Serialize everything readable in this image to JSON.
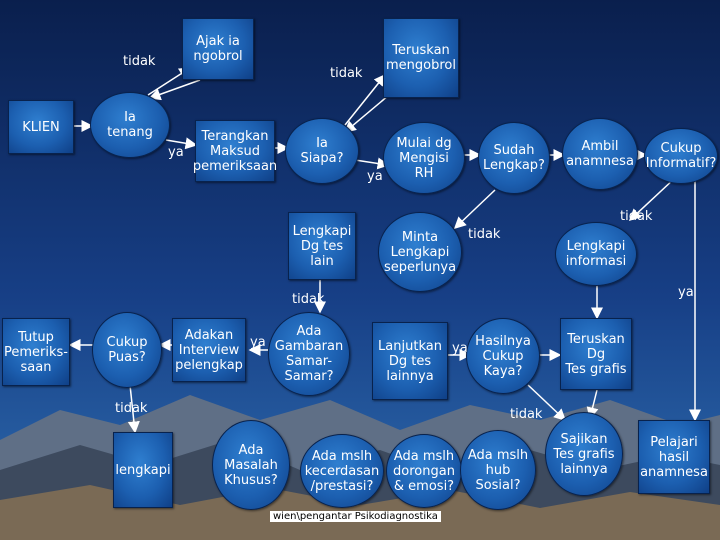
{
  "nodes": {
    "klien": "KLIEN",
    "ajak": "Ajak ia\nngobrol",
    "ia_tenang": "Ia\ntenang",
    "terangkan": "Terangkan\nMaksud\npemeriksaan",
    "ia_siapa": "Ia\nSiapa?",
    "teruskan_mengobrol": "Teruskan\nmengobrol",
    "mulai": "Mulai dg\nMengisi\nRH",
    "sudah": "Sudah\nLengkap?",
    "ambil": "Ambil\nanamnesa",
    "cukup_informatif": "Cukup\nInformatif?",
    "lengkapi_tes": "Lengkapi\nDg tes\nlain",
    "minta": "Minta\nLengkapi\nseperlunya",
    "lengkapi_info": "Lengkapi\ninformasi",
    "tutup": "Tutup\nPemeriks-\nsaan",
    "cukup_puas": "Cukup\nPuas?",
    "adakan": "Adakan\nInterview\npelengkap",
    "ada_gambaran": "Ada\nGambaran\nSamar-\nSamar?",
    "lanjutkan": "Lanjutkan\nDg tes\nlainnya",
    "hasilnya": "Hasilnya\nCukup\nKaya?",
    "teruskan_grafis": "Teruskan\nDg\nTes grafis",
    "lengkapi": "lengkapi",
    "ada_masalah": "Ada\nMasalah\nKhusus?",
    "ada_kecerdasan": "Ada mslh\nkecerdasan\n/prestasi?",
    "ada_dorongan": "Ada mslh\ndorongan\n& emosi?",
    "ada_sosial": "Ada mslh\nhub\nSosial?",
    "sajikan": "Sajikan\nTes grafis\nlainnya",
    "pelajari": "Pelajari\nhasil\nanamnesa"
  },
  "labels": {
    "tidak_1": "tidak",
    "tidak_2": "tidak",
    "ya_1": "ya",
    "ya_2": "ya",
    "tidak_3": "tidak",
    "tidak_4": "tidak",
    "tidak_5": "tidak",
    "ya_3": "ya",
    "ya_4": "ya",
    "ya_5": "ya",
    "tidak_6": "tidak",
    "tidak_7": "tidak"
  },
  "footer": "wien\\pengantar Psikodiagnostika",
  "colors": {
    "node_fill": "#1c5fb0",
    "node_border": "#08224d",
    "arrow": "#ffffff",
    "text": "#ffffff",
    "sky_top": "#0a1f4d",
    "sky_bottom": "#2f6eb0"
  }
}
